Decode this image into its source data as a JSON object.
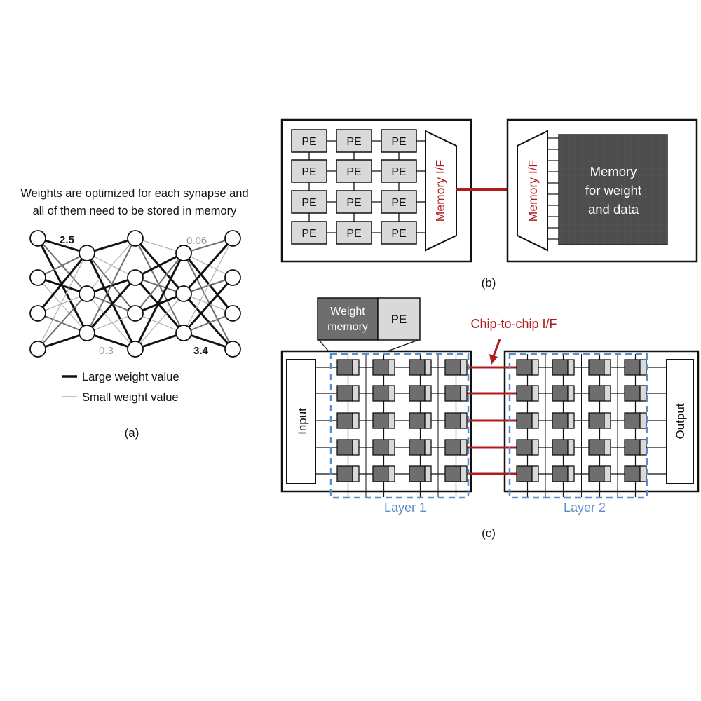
{
  "panel_a": {
    "caption_line1": "Weights are optimized for each synapse and",
    "caption_line2": "all of them need to be stored in memory",
    "weight_labels": [
      "2.5",
      "0.06",
      "0.3",
      "3.4"
    ],
    "legend_large": "Large weight value",
    "legend_small": "Small weight value",
    "panel_label": "(a)"
  },
  "panel_b": {
    "pe_label": "PE",
    "memory_if_label": "Memory I/F",
    "memory_line1": "Memory",
    "memory_line2": "for weight",
    "memory_line3": "and data",
    "panel_label": "(b)"
  },
  "panel_c": {
    "weight_memory_line1": "Weight",
    "weight_memory_line2": "memory",
    "pe_label": "PE",
    "chip_if_label": "Chip-to-chip I/F",
    "input_label": "Input",
    "output_label": "Output",
    "layer1_label": "Layer 1",
    "layer2_label": "Layer 2",
    "panel_label": "(c)"
  },
  "colors": {
    "accent_red": "#b01c1c",
    "layer_blue": "#5b8ec9",
    "pe_fill": "#d9d9d9",
    "memory_dark": "#4d4d4d",
    "weight_dark": "#6e6e6e",
    "weight_small": "#aaaaaa"
  }
}
